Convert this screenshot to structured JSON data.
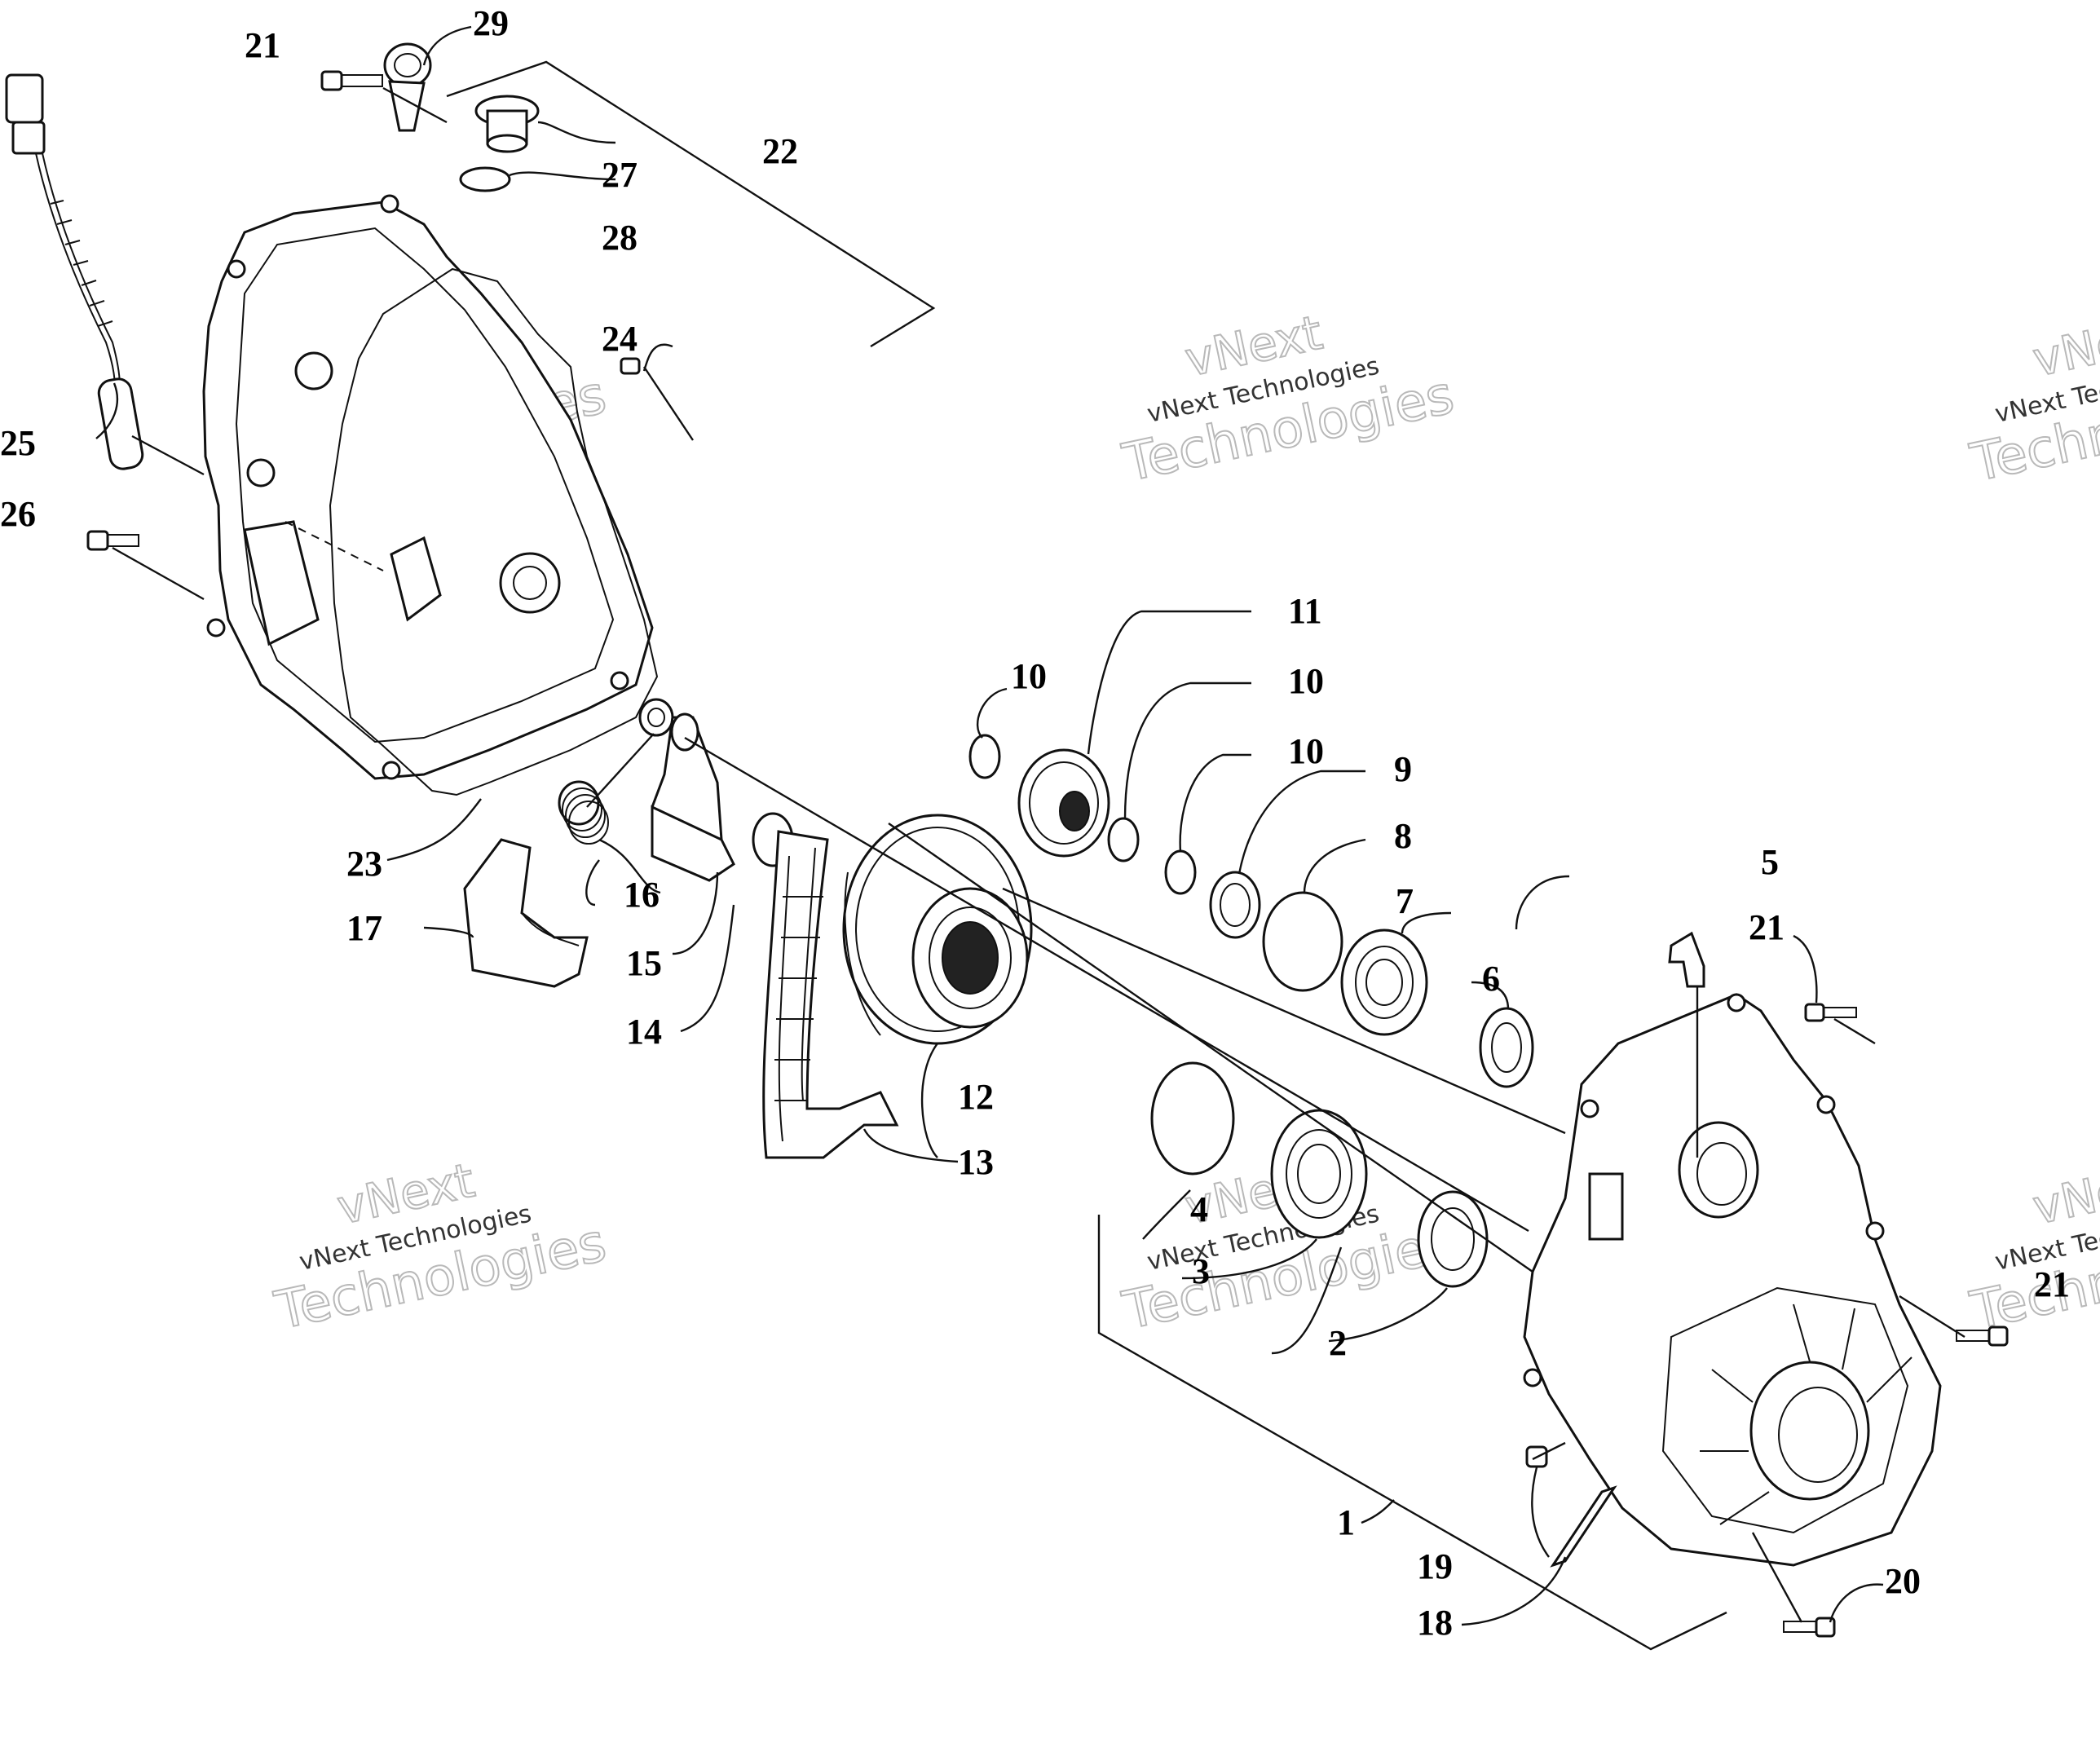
{
  "callouts": [
    "1",
    "2",
    "3",
    "4",
    "5",
    "6",
    "7",
    "8",
    "9",
    "10",
    "10",
    "10",
    "11",
    "12",
    "13",
    "14",
    "15",
    "16",
    "17",
    "18",
    "19",
    "20",
    "21",
    "21",
    "21",
    "22",
    "23",
    "24",
    "25",
    "26",
    "27",
    "28",
    "29"
  ],
  "watermark": {
    "line1": "vNext",
    "line2": "vNext Technologies",
    "line3": "Technologies"
  }
}
